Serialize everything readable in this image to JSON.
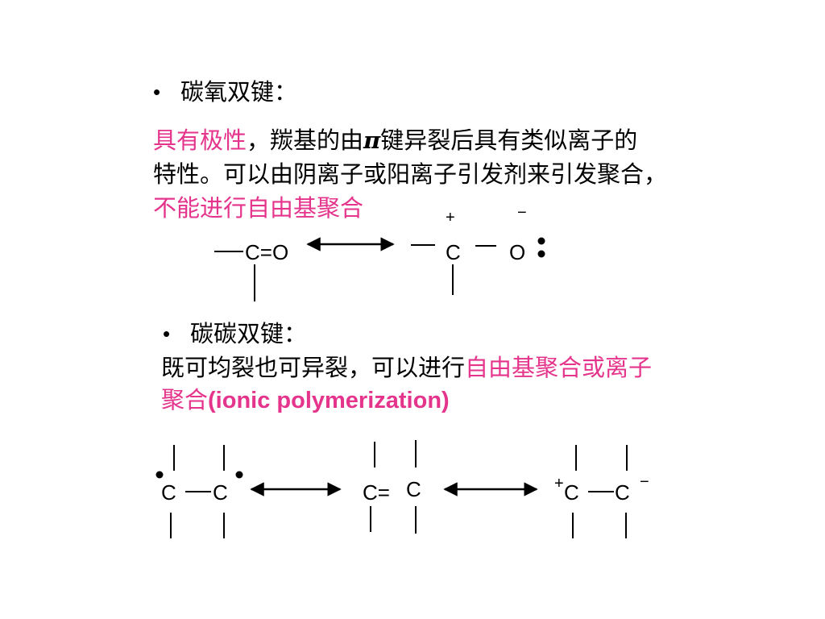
{
  "section1": {
    "bullet": "•",
    "heading": "碳氧双键：",
    "line1_pink": "具有极性",
    "line1_black_a": "，羰基的由",
    "line1_pi": "π",
    "line1_black_b": "键异裂后具有类似离子的",
    "line2": "特性。可以由阴离子或阳离子引发剂来引发聚合，",
    "line3_pink": "不能进行自由基聚合"
  },
  "section2": {
    "bullet": "•",
    "heading": "碳碳双键：",
    "line1_black": "既可均裂也可异裂，可以进行",
    "line1_pink": "自由基聚合或离子",
    "line2_pink": "聚合",
    "line2_pink_latin": "(ionic polymerization)"
  },
  "diagram1": {
    "left_formula": "C=O",
    "right_c": "C",
    "right_o": "O",
    "plus": "+",
    "minus": "−"
  },
  "diagram2": {
    "left_c1": "C",
    "left_c2": "C",
    "middle_c1": "C=",
    "middle_c2": "C",
    "right_c1": "C",
    "right_c2": "C",
    "plus": "+",
    "minus": "−"
  },
  "colors": {
    "accent": "#e5348c",
    "text": "#000000",
    "background": "#ffffff"
  }
}
